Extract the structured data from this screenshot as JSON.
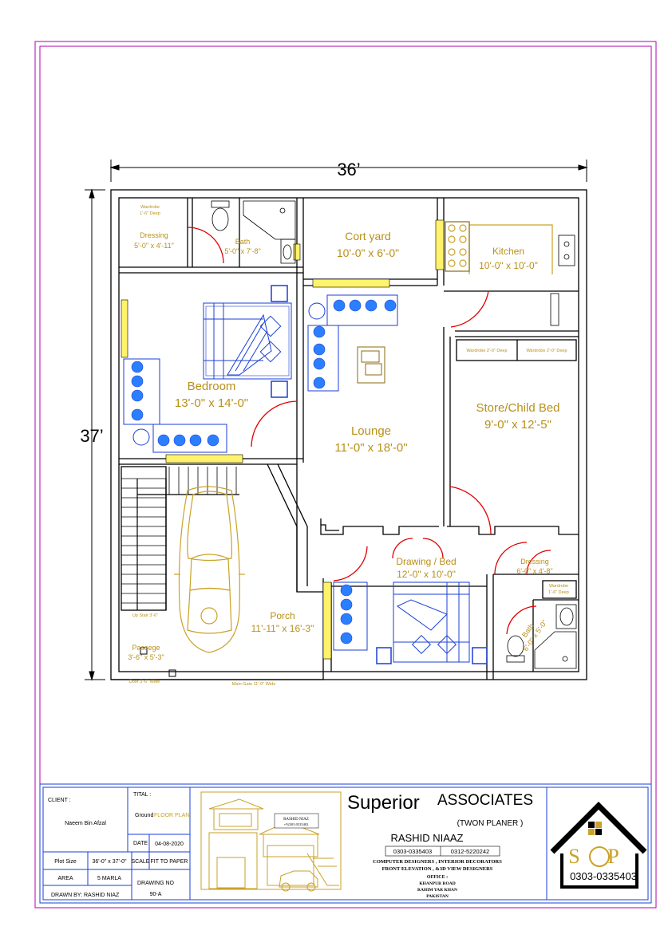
{
  "dimensions": {
    "width": "36’",
    "height": "37’"
  },
  "rooms": {
    "wardrobe_top": {
      "name": "Wardrobe",
      "size": "1'-6\" Deep"
    },
    "dressing_top": {
      "name": "Dressing",
      "size": "5'-0\" x 4'-11\""
    },
    "bath_top": {
      "name": "Bath",
      "size": "5'-0\" x 7'-8\""
    },
    "cort_yard": {
      "name": "Cort yard",
      "size": "10'-0\" x 6'-0\""
    },
    "kitchen": {
      "name": "Kitchen",
      "size": "10'-0\" x 10'-0\""
    },
    "bedroom": {
      "name": "Bedroom",
      "size": "13'-0\" x 14'-0\""
    },
    "wardrobe_store_1": "Wardrobe 2'-0\" Deep",
    "wardrobe_store_2": "Wardrobe 2'-0\" Deep",
    "store_child": {
      "name": "Store/Child Bed",
      "size": "9'-0\" x 12'-5\""
    },
    "lounge": {
      "name": "Lounge",
      "size": "11'-0\" x 18'-0\""
    },
    "drawing": {
      "name": "Drawing / Bed",
      "size": "12'-0\" x 10'-0\""
    },
    "dressing_bottom": {
      "name": "Dressing",
      "size": "6'-0\" x 4'-8\""
    },
    "wardrobe_bottom": {
      "name": "Wardrobe",
      "size": "1'-6\" Deep"
    },
    "bath_bottom": {
      "name": "Bath",
      "size": "6'-0\" x 5'-0\""
    },
    "porch": {
      "name": "Porch",
      "size": "11'-11\" x 16'-3\""
    },
    "up_stair": "Up Stair 3'-6\"",
    "passage": {
      "name": "Passege",
      "size": "3'-6\" x 5'-3\""
    },
    "door_note": "Door 3'-6\" Wide",
    "gate_note": "Main Gate 11'-0\" Wide"
  },
  "title_block": {
    "client_label": "CLIENT :",
    "client_name": "Naeem Bin Afzal",
    "title_label": "TITAL :",
    "title_prefix": "Ground",
    "title_value": "FLOOR PLAN",
    "date_label": "DATE",
    "date_value": "04-08-2020",
    "plot_label": "Plot Size",
    "plot_value": "36'-0\" x 37'-0\"",
    "scale_label": "SCALE",
    "scale_value": "FIT TO PAPER",
    "area_label": "AREA",
    "area_value": "5 MARLA",
    "drawing_no_label": "DRAWING NO",
    "drawing_no_value": "90-A",
    "drawn_by": "DRAWN BY:",
    "drawn_by_name": "RASHID NIAZ"
  },
  "company": {
    "name_a": "Superior",
    "name_b": "ASSOCIATES",
    "tagline": "(TWON PLANER )",
    "owner": "RASHID NIAAZ",
    "phone1": "0303-0335403",
    "phone2": "0312-5220242",
    "services1": "COMPUTER DESIGNERS , INTERIOR DECORATORS",
    "services2": "FRONT ELEVATION , &3D VIEW DESIGNERS",
    "office_label": "OFFICE :",
    "addr1": "KHANPUR ROAD",
    "addr2": "RAHIM YAR KHAN",
    "addr3": "PAKISTAN",
    "sign_name": "RASHID NIAZ",
    "sign_phone": "+92303.0335403"
  },
  "logo": {
    "letters": "S P",
    "phone": "0303-0335403"
  },
  "colors": {
    "wall": "#000000",
    "label": "#b8901a",
    "furniture": "#1a3fd6",
    "door": "#e00000",
    "border": "#b000b0",
    "tb_border": "#1a3fd6"
  }
}
